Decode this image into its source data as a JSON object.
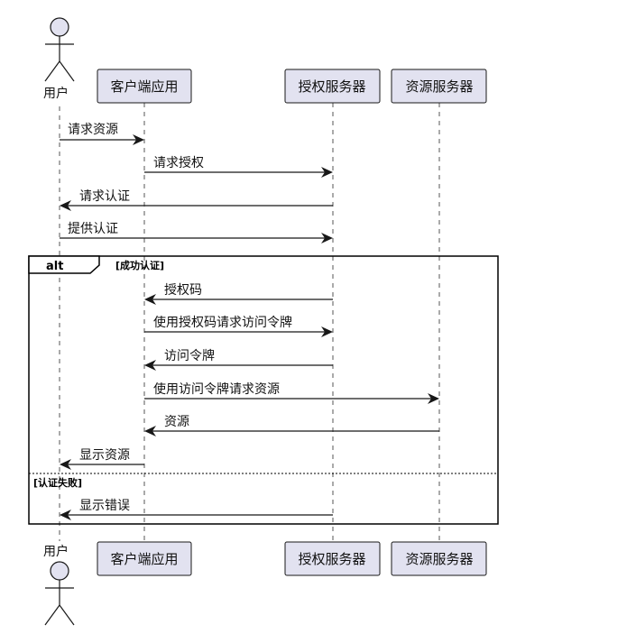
{
  "participants": [
    {
      "id": "user",
      "kind": "actor",
      "label": "用户"
    },
    {
      "id": "client",
      "kind": "participant",
      "label": "客户端应用"
    },
    {
      "id": "auth",
      "kind": "participant",
      "label": "授权服务器"
    },
    {
      "id": "resource",
      "kind": "participant",
      "label": "资源服务器"
    }
  ],
  "messages": [
    {
      "from": "user",
      "to": "client",
      "label": "请求资源"
    },
    {
      "from": "client",
      "to": "auth",
      "label": "请求授权"
    },
    {
      "from": "auth",
      "to": "user",
      "label": "请求认证"
    },
    {
      "from": "user",
      "to": "auth",
      "label": "提供认证"
    },
    {
      "from": "auth",
      "to": "client",
      "label": "授权码"
    },
    {
      "from": "client",
      "to": "auth",
      "label": "使用授权码请求访问令牌"
    },
    {
      "from": "auth",
      "to": "client",
      "label": "访问令牌"
    },
    {
      "from": "client",
      "to": "resource",
      "label": "使用访问令牌请求资源"
    },
    {
      "from": "resource",
      "to": "client",
      "label": "资源"
    },
    {
      "from": "client",
      "to": "user",
      "label": "显示资源"
    },
    {
      "from": "auth",
      "to": "user",
      "label": "显示错误"
    }
  ],
  "fragment": {
    "keyword": "alt",
    "guard": "[成功认证]",
    "else_guard": "[认证失败]"
  }
}
